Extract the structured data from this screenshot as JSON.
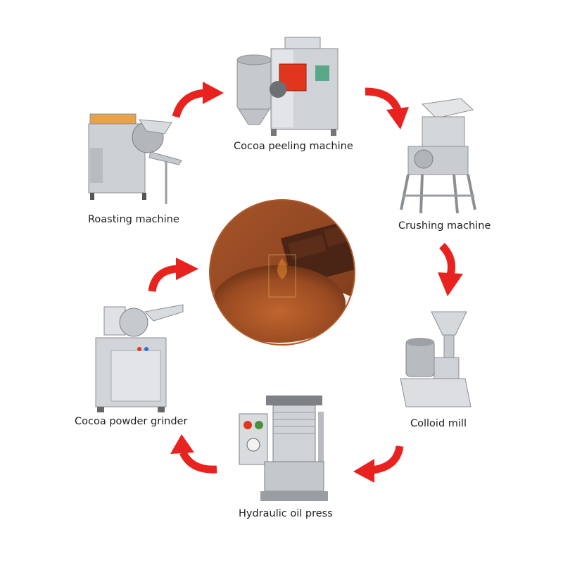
{
  "diagram": {
    "title": "",
    "steps": [
      {
        "id": "peeling",
        "label": "Cocoa peeling machine",
        "icon": "cocoa-peeling-machine-icon"
      },
      {
        "id": "crushing",
        "label": "Crushing machine",
        "icon": "crushing-machine-icon"
      },
      {
        "id": "colloid",
        "label": "Colloid mill",
        "icon": "colloid-mill-icon"
      },
      {
        "id": "press",
        "label": "Hydraulic oil press",
        "icon": "hydraulic-oil-press-icon"
      },
      {
        "id": "grinder",
        "label": "Cocoa powder grinder",
        "icon": "cocoa-powder-grinder-icon"
      },
      {
        "id": "roasting",
        "label": "Roasting machine",
        "icon": "roasting-machine-icon"
      }
    ],
    "center_image": "cocoa-powder-photo",
    "arrow_color": "#e8231f",
    "steel_color": "#c9ccd0"
  }
}
